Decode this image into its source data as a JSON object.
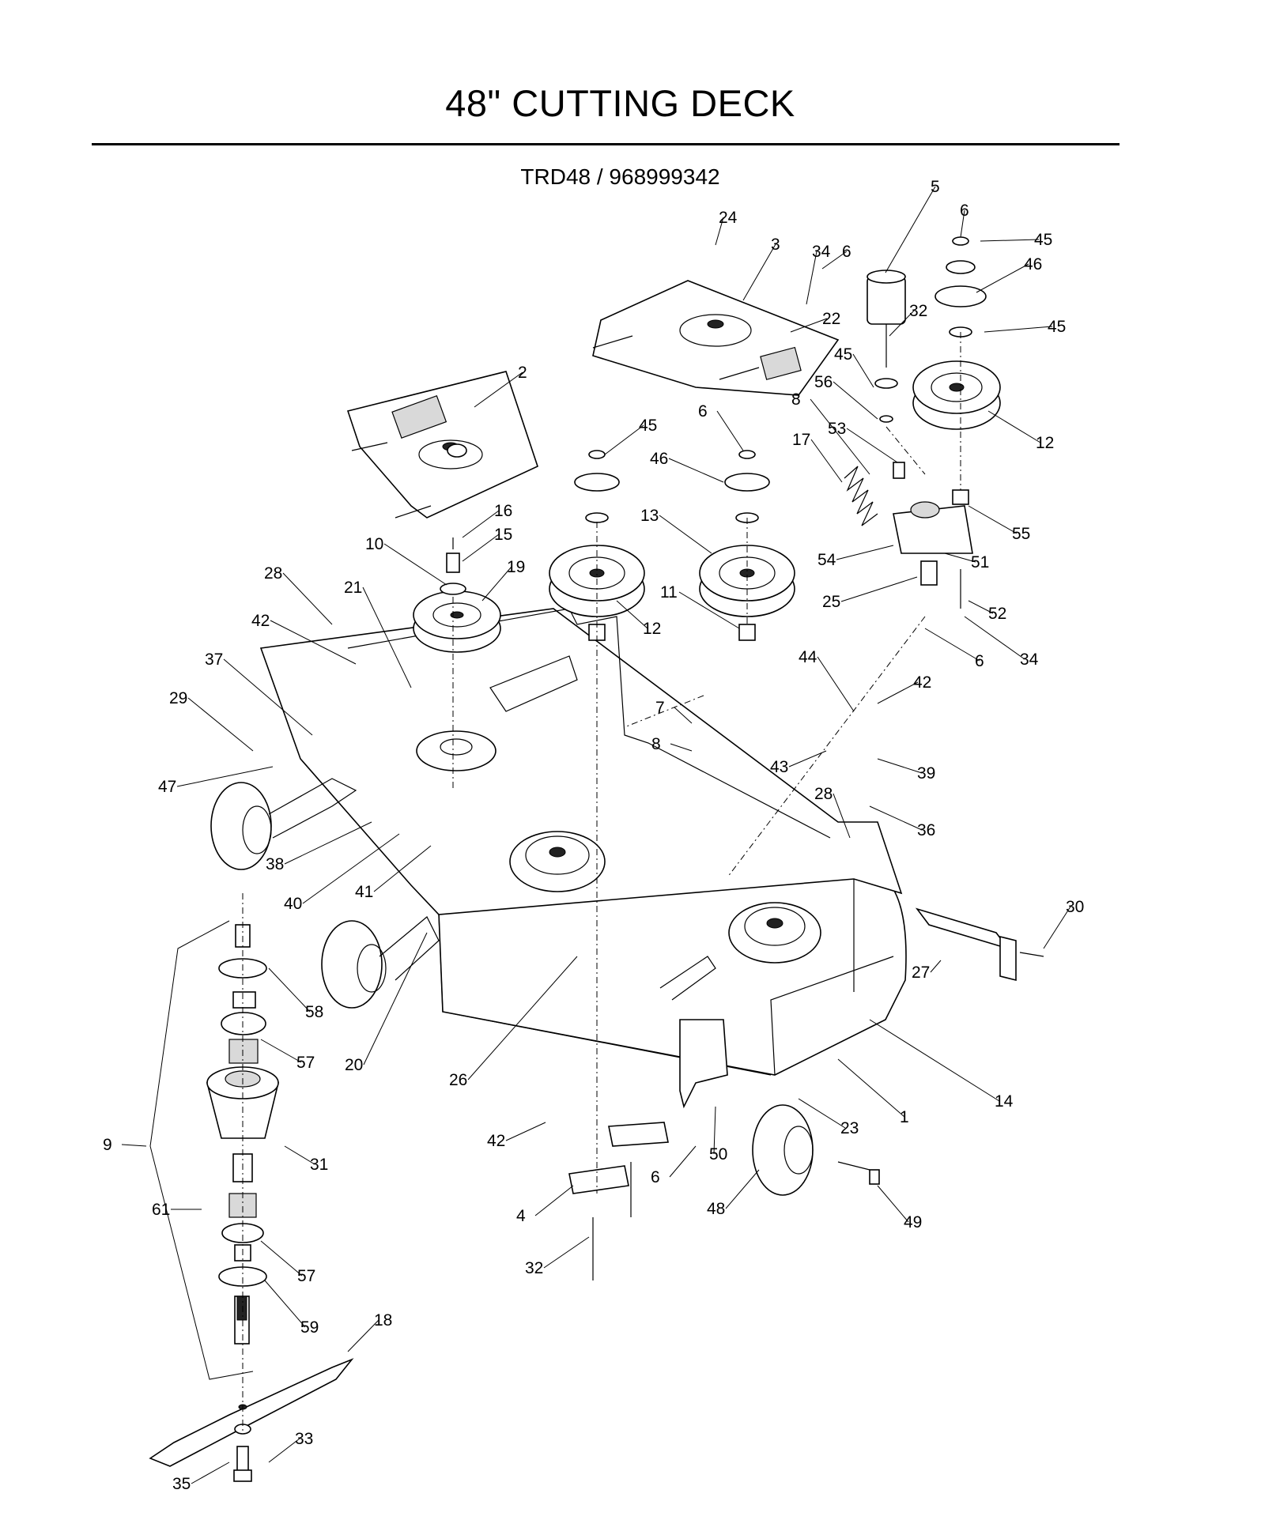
{
  "title": "48\" CUTTING DECK",
  "subtitle": "TRD48 / 968999342",
  "callouts": [
    {
      "id": "c1",
      "text": "1"
    },
    {
      "id": "c2",
      "text": "2"
    },
    {
      "id": "c3",
      "text": "3"
    },
    {
      "id": "c4",
      "text": "4"
    },
    {
      "id": "c5",
      "text": "5"
    },
    {
      "id": "c6a",
      "text": "6"
    },
    {
      "id": "c6b",
      "text": "6"
    },
    {
      "id": "c6c",
      "text": "6"
    },
    {
      "id": "c6d",
      "text": "6"
    },
    {
      "id": "c6e",
      "text": "6"
    },
    {
      "id": "c7",
      "text": "7"
    },
    {
      "id": "c8a",
      "text": "8"
    },
    {
      "id": "c8b",
      "text": "8"
    },
    {
      "id": "c9",
      "text": "9"
    },
    {
      "id": "c10",
      "text": "10"
    },
    {
      "id": "c11",
      "text": "11"
    },
    {
      "id": "c12a",
      "text": "12"
    },
    {
      "id": "c12b",
      "text": "12"
    },
    {
      "id": "c13",
      "text": "13"
    },
    {
      "id": "c14",
      "text": "14"
    },
    {
      "id": "c15",
      "text": "15"
    },
    {
      "id": "c16",
      "text": "16"
    },
    {
      "id": "c17",
      "text": "17"
    },
    {
      "id": "c18",
      "text": "18"
    },
    {
      "id": "c19",
      "text": "19"
    },
    {
      "id": "c20",
      "text": "20"
    },
    {
      "id": "c21",
      "text": "21"
    },
    {
      "id": "c22",
      "text": "22"
    },
    {
      "id": "c23",
      "text": "23"
    },
    {
      "id": "c24",
      "text": "24"
    },
    {
      "id": "c25",
      "text": "25"
    },
    {
      "id": "c26",
      "text": "26"
    },
    {
      "id": "c27",
      "text": "27"
    },
    {
      "id": "c28a",
      "text": "28"
    },
    {
      "id": "c28b",
      "text": "28"
    },
    {
      "id": "c29",
      "text": "29"
    },
    {
      "id": "c30",
      "text": "30"
    },
    {
      "id": "c31",
      "text": "31"
    },
    {
      "id": "c32a",
      "text": "32"
    },
    {
      "id": "c32b",
      "text": "32"
    },
    {
      "id": "c33",
      "text": "33"
    },
    {
      "id": "c34a",
      "text": "34"
    },
    {
      "id": "c34b",
      "text": "34"
    },
    {
      "id": "c35",
      "text": "35"
    },
    {
      "id": "c36",
      "text": "36"
    },
    {
      "id": "c37",
      "text": "37"
    },
    {
      "id": "c38",
      "text": "38"
    },
    {
      "id": "c39",
      "text": "39"
    },
    {
      "id": "c40",
      "text": "40"
    },
    {
      "id": "c41",
      "text": "41"
    },
    {
      "id": "c42a",
      "text": "42"
    },
    {
      "id": "c42b",
      "text": "42"
    },
    {
      "id": "c42c",
      "text": "42"
    },
    {
      "id": "c43",
      "text": "43"
    },
    {
      "id": "c44",
      "text": "44"
    },
    {
      "id": "c45a",
      "text": "45"
    },
    {
      "id": "c45b",
      "text": "45"
    },
    {
      "id": "c45c",
      "text": "45"
    },
    {
      "id": "c45d",
      "text": "45"
    },
    {
      "id": "c46a",
      "text": "46"
    },
    {
      "id": "c46b",
      "text": "46"
    },
    {
      "id": "c47",
      "text": "47"
    },
    {
      "id": "c48",
      "text": "48"
    },
    {
      "id": "c49",
      "text": "49"
    },
    {
      "id": "c50",
      "text": "50"
    },
    {
      "id": "c51",
      "text": "51"
    },
    {
      "id": "c52",
      "text": "52"
    },
    {
      "id": "c53",
      "text": "53"
    },
    {
      "id": "c54",
      "text": "54"
    },
    {
      "id": "c55",
      "text": "55"
    },
    {
      "id": "c56",
      "text": "56"
    },
    {
      "id": "c57a",
      "text": "57"
    },
    {
      "id": "c57b",
      "text": "57"
    },
    {
      "id": "c58",
      "text": "58"
    },
    {
      "id": "c59",
      "text": "59"
    },
    {
      "id": "c61",
      "text": "61"
    }
  ]
}
